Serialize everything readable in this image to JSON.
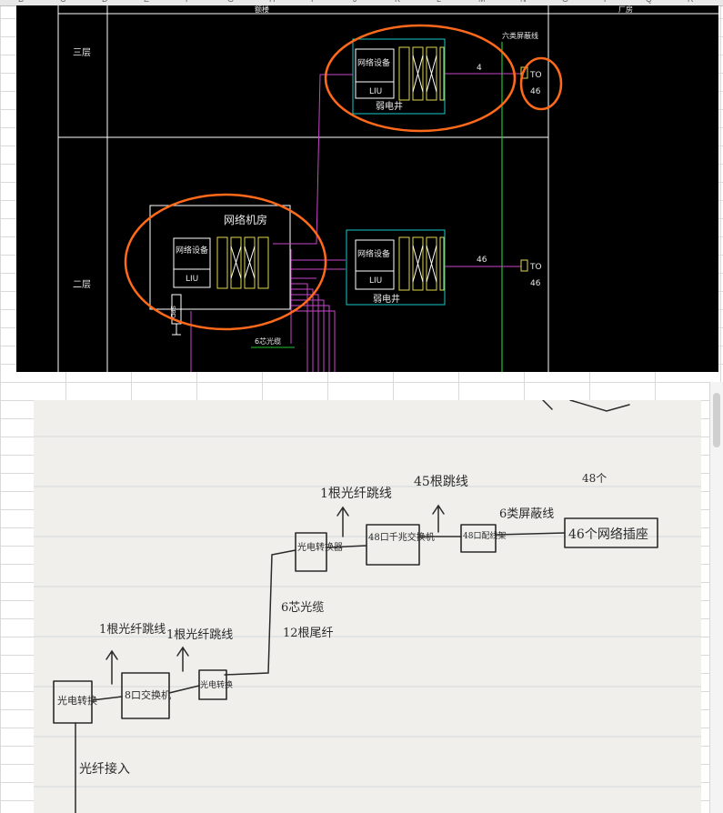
{
  "sheet": {
    "col_letters": [
      "B",
      "C",
      "D",
      "E",
      "F",
      "G",
      "H",
      "I",
      "J",
      "K",
      "L",
      "M",
      "N",
      "O",
      "P",
      "Q",
      "R"
    ]
  },
  "cad": {
    "floor_3": "三层",
    "floor_2": "二层",
    "top_header_left": "额楼",
    "top_header_right": "厂房",
    "network_room_label": "网络机房",
    "weak_shaft_label_top": "弱电井",
    "weak_shaft_label_bottom": "弱电井",
    "net_equipment_label_1": "网络设备",
    "net_equipment_label_2": "网络设备",
    "net_equipment_label_3": "网络设备",
    "liu_label_1": "LIU",
    "liu_label_2": "LIU",
    "liu_label_3": "LIU",
    "spd_label": "SPD",
    "fiber_label": "6芯光缆",
    "cable_label": "六类屏蔽线",
    "count_top": "4",
    "count_bottom": "46",
    "to_label_top": "TO",
    "to_count_top": "46",
    "to_label_bottom": "TO",
    "to_count_bottom": "46",
    "colors": {
      "background": "#000000",
      "grid_line": "#ffffff",
      "equipment_box": "#ffffff",
      "patch_panel": "#e0d84a",
      "shaft_box": "#19c7c7",
      "riser_green": "#22c22c",
      "fiber_magenta": "#c846c8",
      "annotation_orange": "#ff6a1a"
    }
  },
  "photo": {
    "note_top_1": "1根光纤跳线",
    "note_top_2": "45根跳线",
    "note_top_right": "48个",
    "node_converter_top": "光电转换器",
    "node_switch_48": "48口千兆交换机",
    "node_patch_48": "48口配线架",
    "cable_note": "6类屏蔽线",
    "node_sockets": "46个网络插座",
    "fiber_note_1": "6芯光缆",
    "fiber_note_2": "12根尾纤",
    "note_left_1": "1根光纤跳线",
    "note_left_2": "1根光纤跳线",
    "node_converter_left": "光电转换",
    "node_8port": "8口交换机",
    "node_converter_mid": "光电转换",
    "fiber_bottom": "光纤接入"
  }
}
